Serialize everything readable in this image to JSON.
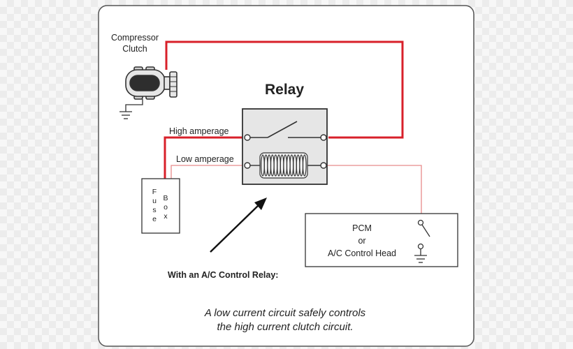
{
  "diagram": {
    "relay_title": "Relay",
    "compressor_line1": "Compressor",
    "compressor_line2": "Clutch",
    "high_amperage": "High amperage",
    "low_amperage": "Low amperage",
    "fuse_word": [
      "F",
      "u",
      "s",
      "e"
    ],
    "box_word": [
      "B",
      "o",
      "x"
    ],
    "pcm_line1": "PCM",
    "pcm_line2": "or",
    "pcm_line3": "A/C Control Head",
    "relay_caption": "With an A/C Control Relay:",
    "footer_line1": "A low current circuit safely controls",
    "footer_line2": "the high current clutch circuit."
  },
  "colors": {
    "high_current_wire": "#d8202a",
    "low_current_wire": "#e88a8a",
    "outline": "#333333",
    "relay_fill": "#e6e6e6"
  }
}
